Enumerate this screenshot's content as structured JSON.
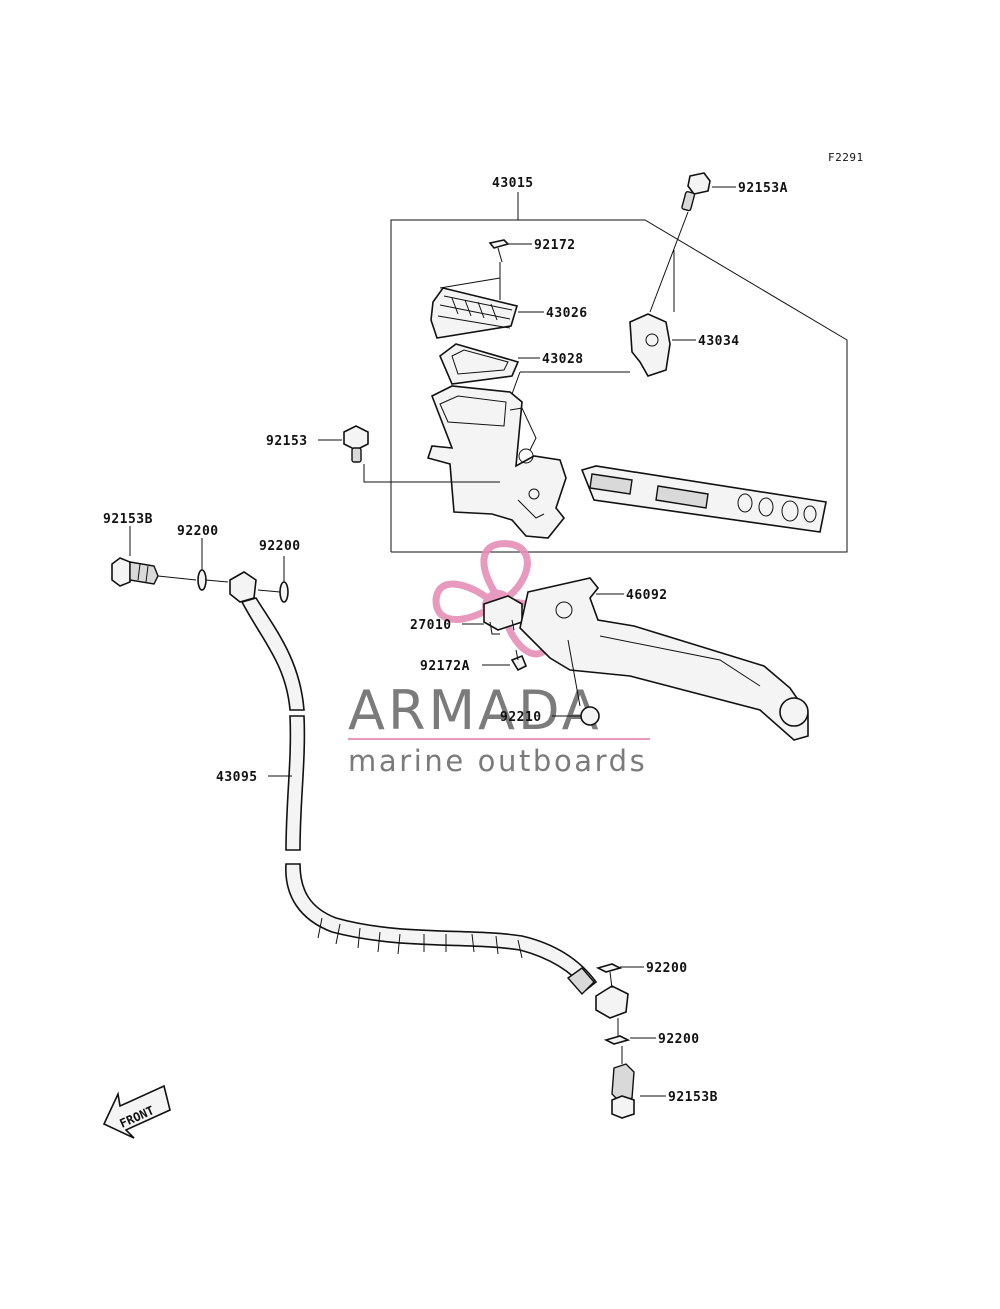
{
  "figure_ref": "F2291",
  "callouts": {
    "c43015": "43015",
    "c92153A": "92153A",
    "c92172": "92172",
    "c43026": "43026",
    "c43034": "43034",
    "c43028": "43028",
    "c92153": "92153",
    "c92153B_top": "92153B",
    "c92200_a": "92200",
    "c92200_b": "92200",
    "c46092": "46092",
    "c27010": "27010",
    "c92172A": "92172A",
    "c92210": "92210",
    "c43095": "43095",
    "c92200_c": "92200",
    "c92200_d": "92200",
    "c92153B_bottom": "92153B"
  },
  "front_arrow": "FRONT",
  "watermark": {
    "brand": "ARMADA",
    "tagline": "marine outboards",
    "accent_color": "#e58fb8",
    "text_color": "#6d6d6d"
  },
  "colors": {
    "line": "#111111",
    "paper": "#ffffff"
  }
}
